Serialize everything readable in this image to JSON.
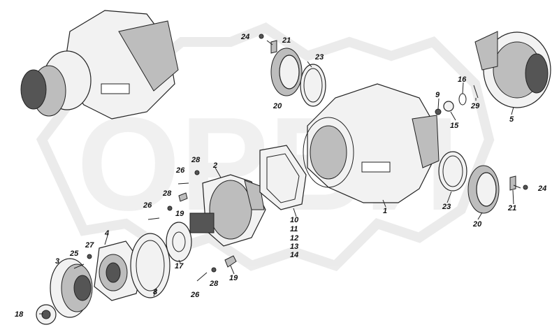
{
  "watermark": "ОРБИ",
  "callouts": [
    {
      "id": "c24a",
      "text": "24"
    },
    {
      "id": "c21a",
      "text": "21"
    },
    {
      "id": "c23a",
      "text": "23"
    },
    {
      "id": "c20a",
      "text": "20"
    },
    {
      "id": "c9",
      "text": "9"
    },
    {
      "id": "c16",
      "text": "16"
    },
    {
      "id": "c29",
      "text": "29"
    },
    {
      "id": "c15",
      "text": "15"
    },
    {
      "id": "c5",
      "text": "5"
    },
    {
      "id": "c28a",
      "text": "28"
    },
    {
      "id": "c2",
      "text": "2"
    },
    {
      "id": "c26a",
      "text": "26"
    },
    {
      "id": "c28b",
      "text": "28"
    },
    {
      "id": "c19a",
      "text": "19"
    },
    {
      "id": "c26b",
      "text": "26"
    },
    {
      "id": "c10",
      "text": "10"
    },
    {
      "id": "c11",
      "text": "11"
    },
    {
      "id": "c12",
      "text": "12"
    },
    {
      "id": "c13",
      "text": "13"
    },
    {
      "id": "c14",
      "text": "14"
    },
    {
      "id": "c1",
      "text": "1"
    },
    {
      "id": "c23b",
      "text": "23"
    },
    {
      "id": "c24b",
      "text": "24"
    },
    {
      "id": "c21b",
      "text": "21"
    },
    {
      "id": "c20b",
      "text": "20"
    },
    {
      "id": "c4",
      "text": "4"
    },
    {
      "id": "c27",
      "text": "27"
    },
    {
      "id": "c25",
      "text": "25"
    },
    {
      "id": "c3",
      "text": "3"
    },
    {
      "id": "c17",
      "text": "17"
    },
    {
      "id": "c8",
      "text": "8"
    },
    {
      "id": "c19b",
      "text": "19"
    },
    {
      "id": "c28c",
      "text": "28"
    },
    {
      "id": "c26c",
      "text": "26"
    },
    {
      "id": "c18",
      "text": "18"
    }
  ]
}
